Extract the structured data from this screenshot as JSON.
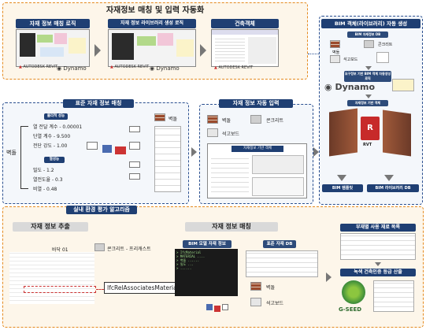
{
  "top": {
    "title": "자재정보 매칭 및 입력 자동화",
    "steps": [
      {
        "title": "자재 정보 매칭 로직"
      },
      {
        "title": "자재 정보 라이브러리 생성 로직"
      },
      {
        "title": "건축객체"
      }
    ],
    "logo_revit": "AUTODESK REVIT",
    "logo_dynamo": "Dynamo"
  },
  "standard": {
    "title": "표준 자재 정보 매칭",
    "props1_title": "물리적 성능",
    "props1": [
      "열 전달 계수 - 0.00001",
      "단열 계수 - 9.500",
      "전단 강도 - 1.00"
    ],
    "props2_title": "열성능",
    "props2": [
      "밀도 - 1.2",
      "열전도율 - 0.3",
      "비열 - 0.48"
    ],
    "left_label": "벽돌",
    "right_label": "벽돌"
  },
  "auto": {
    "title": "자재 정보 자동 입력",
    "materials": [
      "벽돌",
      "콘크리트",
      "석고보드"
    ],
    "sub": "자재정보 기반 객체"
  },
  "bim": {
    "title": "BIM 객체(라이브러리) 자동 생성",
    "sub1": "BIM 자재정보 DB",
    "materials": [
      "벽돌",
      "콘크리트",
      "석고보드"
    ],
    "sub2": "요구정보 기반 BIM 객체 자동생성 로직",
    "dynamo": "Dynamo",
    "sub3": "자재정보 기반 객체",
    "rvt": "RVT",
    "out1": "BIM 템플릿",
    "out2": "BIM 라이브러리 DB"
  },
  "bottom": {
    "title": "실내 환경 평가 알고리즘",
    "extract_title": "자재 정보 추출",
    "extract_items": [
      "바닥 01",
      "콘크리트 - 프리캐스트"
    ],
    "ifc_label": "IfcRelAssociatesMaterial",
    "match_title": "자재 정보 매칭",
    "bim_model": "BIM 모델 자재 정보",
    "std_db": "표준 자재 DB",
    "materials": [
      "벽돌",
      "석고보드"
    ],
    "usage_title": "부재별 사용 재료 목록",
    "result_title": "녹색 건축인증 등급 산출",
    "gseed": "G-SEED"
  },
  "colors": {
    "navy": "#1f3f73",
    "orange": "#e58a1f",
    "gray": "#d9d9d9"
  }
}
